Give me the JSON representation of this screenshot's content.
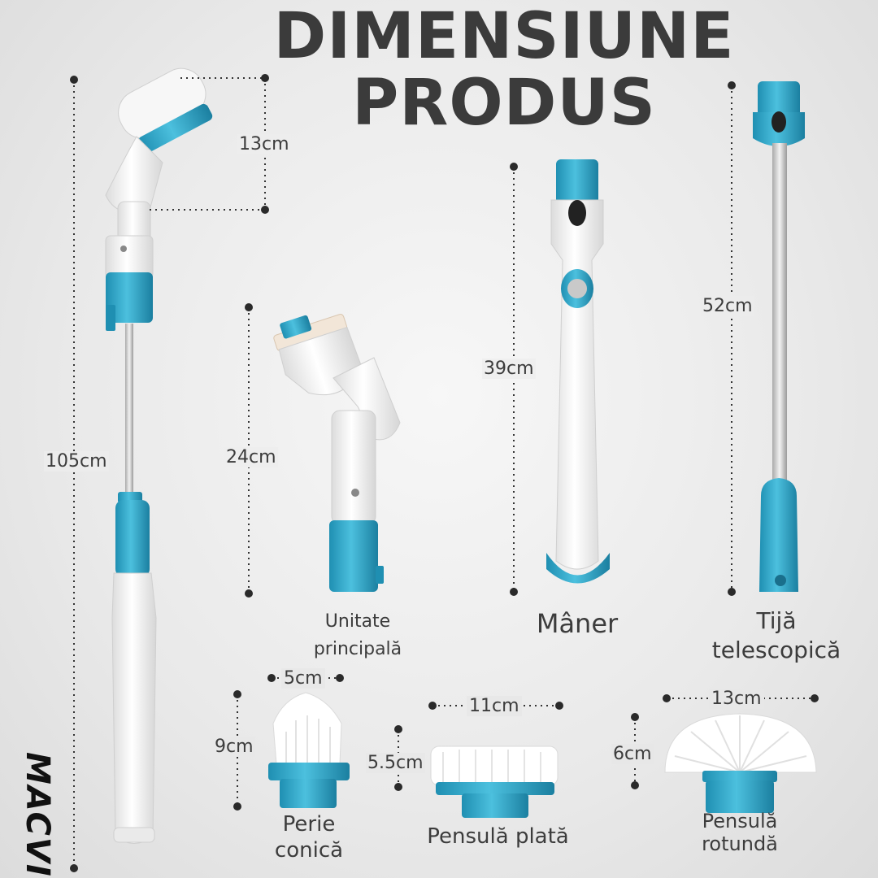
{
  "title": {
    "line1": "DIMENSIUNE",
    "line2": "PRODUS"
  },
  "brand": "MACVI",
  "colors": {
    "accent": "#2fa6c8",
    "accent_dark": "#1d86a6",
    "dot": "#2a2a2a",
    "body_white": "#f4f4f4"
  },
  "measurements": {
    "total_length": "105cm",
    "head_height": "13cm",
    "main_unit": "24cm",
    "handle": "39cm",
    "telescopic": "52cm",
    "cone_width": "5cm",
    "cone_height": "9cm",
    "flat_width": "11cm",
    "flat_height": "5.5cm",
    "round_width": "13cm",
    "round_height": "6cm"
  },
  "captions": {
    "main_unit_1": "Unitate",
    "main_unit_2": "principală",
    "handle": "Mâner",
    "telescopic_1": "Tijă",
    "telescopic_2": "telescopică",
    "cone_1": "Perie",
    "cone_2": "conică",
    "flat": "Pensulă plată",
    "round_1": "Pensulă",
    "round_2": "rotundă"
  }
}
